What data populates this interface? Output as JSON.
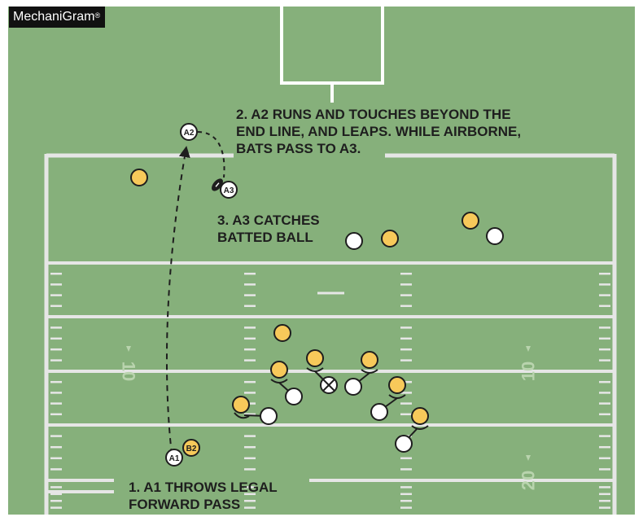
{
  "brand": {
    "name": "MechaniGram",
    "mark": "®"
  },
  "captions": {
    "step1": [
      "1. A1 THROWS LEGAL",
      "FORWARD PASS"
    ],
    "step2": [
      "2. A2 RUNS AND TOUCHES BEYOND THE",
      "END LINE, AND LEAPS. WHILE AIRBORNE,",
      "BATS PASS TO A3."
    ],
    "step3": [
      "3. A3 CATCHES",
      "BATTED BALL"
    ]
  },
  "player_labels": {
    "a1": "A1",
    "a2": "A2",
    "a3": "A3",
    "b2": "B2"
  },
  "yard_numbers": {
    "left_10": "10",
    "right_10": "10",
    "right_20": "20"
  },
  "colors": {
    "field": "#86b07b",
    "lines": "#e6e6e6",
    "offense": "#ffffff",
    "defense": "#f7c95a",
    "ink": "#1e1e1e"
  }
}
